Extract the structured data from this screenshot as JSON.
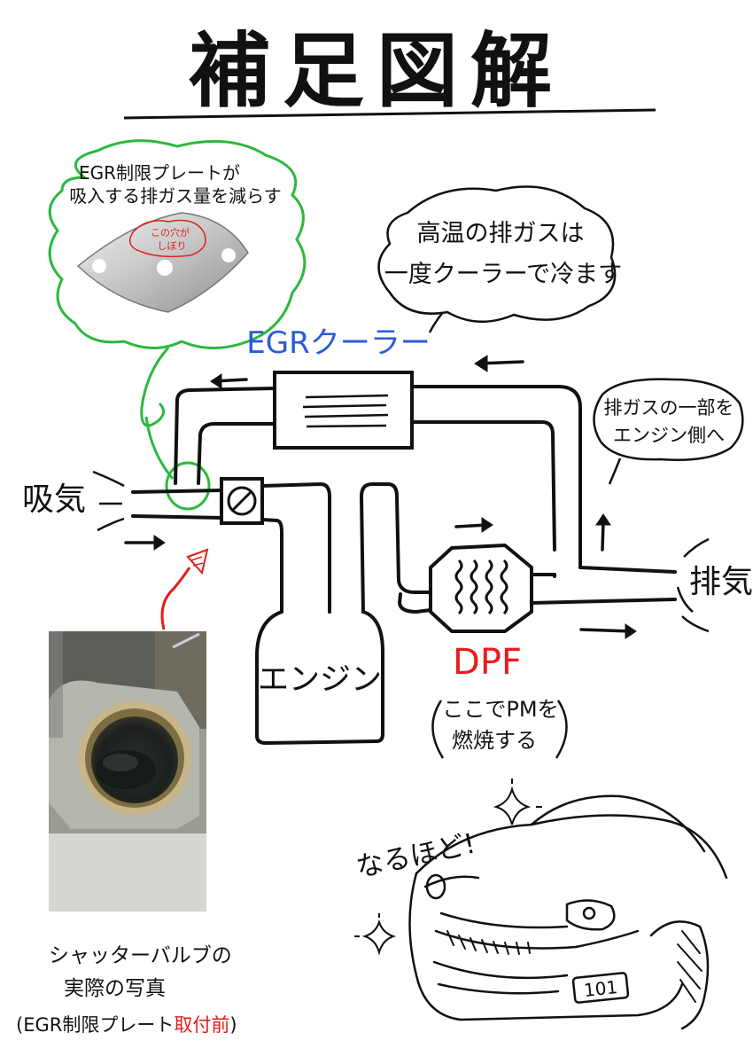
{
  "title": "補足図解",
  "egr_plate_bubble": {
    "line1": "EGR制限プレートが",
    "line2": "吸入する排ガス量を減らす",
    "hole_note_line1": "この穴が",
    "hole_note_line2": "しぼり"
  },
  "cooler_bubble": {
    "line1": "高温の排ガスは",
    "line2": "一度クーラーで冷ます"
  },
  "recirc_bubble": {
    "line1": "排ガスの一部を",
    "line2": "エンジン側へ"
  },
  "labels": {
    "egr_cooler": "EGRクーラー",
    "intake": "吸気",
    "exhaust": "排気",
    "engine": "エンジン",
    "dpf": "DPF",
    "dpf_note_line1": "ここでPMを",
    "dpf_note_line2": "燃焼する"
  },
  "photo_caption": {
    "line1": "シャッターバルブの",
    "line2": "実際の写真",
    "line3_prefix": "(EGR制限プレート",
    "line3_red": "取付前",
    "line3_suffix": ")"
  },
  "car_exclaim": "なるほど!",
  "car_plate": "101",
  "colors": {
    "ink": "#111111",
    "green": "#2db83d",
    "blue": "#2a5bd7",
    "red": "#e0201c",
    "dpf_red": "#e81d1d"
  }
}
